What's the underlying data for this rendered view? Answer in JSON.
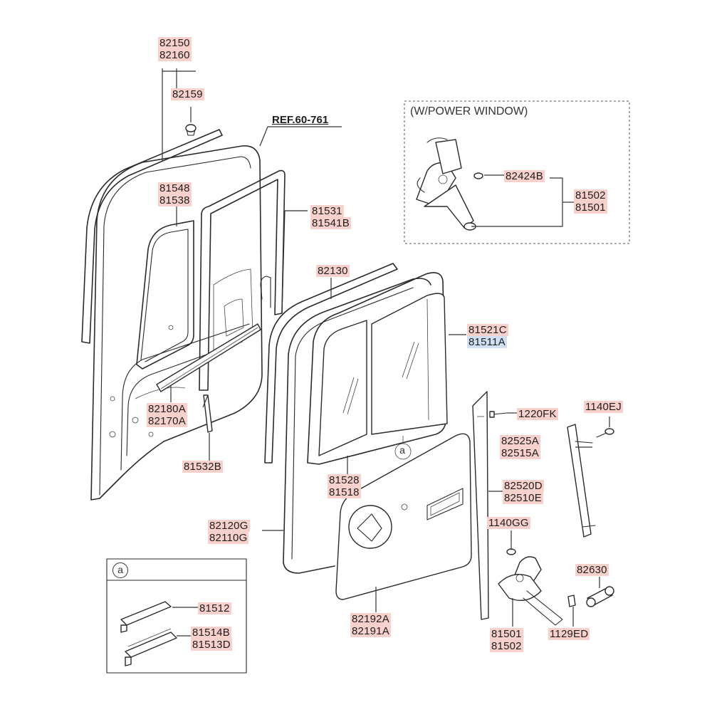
{
  "callouts": [
    {
      "id": "c1",
      "label": "82150",
      "hl": "red"
    },
    {
      "id": "c2",
      "label": "82160",
      "hl": "red"
    },
    {
      "id": "c3",
      "label": "82159",
      "hl": "red"
    },
    {
      "id": "c4",
      "label": "81548",
      "hl": "red"
    },
    {
      "id": "c5",
      "label": "81538",
      "hl": "red"
    },
    {
      "id": "c6",
      "label": "81531",
      "hl": "red"
    },
    {
      "id": "c7",
      "label": "81541B",
      "hl": "red"
    },
    {
      "id": "c8",
      "label": "82180A",
      "hl": "red"
    },
    {
      "id": "c9",
      "label": "82170A",
      "hl": "red"
    },
    {
      "id": "c10",
      "label": "81532B",
      "hl": "red"
    },
    {
      "id": "c11",
      "label": "82130",
      "hl": "red"
    },
    {
      "id": "c12",
      "label": "81521C",
      "hl": "red"
    },
    {
      "id": "c13",
      "label": "81511A",
      "hl": "blue"
    },
    {
      "id": "c14",
      "label": "81528",
      "hl": "red"
    },
    {
      "id": "c15",
      "label": "81518",
      "hl": "red"
    },
    {
      "id": "c16",
      "label": "82120G",
      "hl": "red"
    },
    {
      "id": "c17",
      "label": "82110G",
      "hl": "red"
    },
    {
      "id": "c18",
      "label": "82192A",
      "hl": "red"
    },
    {
      "id": "c19",
      "label": "82191A",
      "hl": "red"
    },
    {
      "id": "c20",
      "label": "81512",
      "hl": "red"
    },
    {
      "id": "c21",
      "label": "81514B",
      "hl": "red"
    },
    {
      "id": "c22",
      "label": "81513D",
      "hl": "red"
    },
    {
      "id": "c23",
      "label": "1220FK",
      "hl": "red"
    },
    {
      "id": "c24",
      "label": "1140EJ",
      "hl": "red"
    },
    {
      "id": "c25",
      "label": "82525A",
      "hl": "red"
    },
    {
      "id": "c26",
      "label": "82515A",
      "hl": "red"
    },
    {
      "id": "c27",
      "label": "82520D",
      "hl": "red"
    },
    {
      "id": "c28",
      "label": "82510E",
      "hl": "red"
    },
    {
      "id": "c29",
      "label": "1140GG",
      "hl": "red"
    },
    {
      "id": "c30",
      "label": "82630",
      "hl": "red"
    },
    {
      "id": "c31",
      "label": "81501",
      "hl": "red"
    },
    {
      "id": "c32",
      "label": "81502",
      "hl": "red"
    },
    {
      "id": "c33",
      "label": "1129ED",
      "hl": "red"
    },
    {
      "id": "c34",
      "label": "82424B",
      "hl": "red"
    },
    {
      "id": "c35",
      "label": "81502",
      "hl": "red"
    },
    {
      "id": "c36",
      "label": "81501",
      "hl": "red"
    }
  ],
  "reference": "REF.60-761",
  "power_window_box": {
    "title": "(W/POWER WINDOW)"
  },
  "detail_box": {
    "marker": "a"
  },
  "door_marker": "a"
}
